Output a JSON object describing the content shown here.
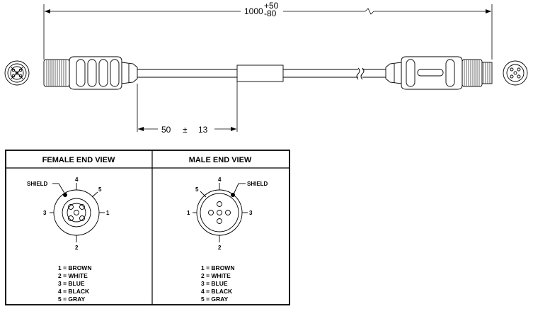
{
  "dimensions": {
    "length": "1000",
    "tol_plus": "+50",
    "tol_minus": "-80",
    "offset": "50",
    "pm": "±",
    "offset_tol": "13"
  },
  "table": {
    "female": {
      "title": "FEMALE END VIEW",
      "shield": "SHIELD",
      "pins": {
        "p1": "1",
        "p2": "2",
        "p3": "3",
        "p4": "4",
        "p5": "5"
      },
      "legend": [
        "1 = BROWN",
        "2 = WHITE",
        "3 = BLUE",
        "4 = BLACK",
        "5 = GRAY"
      ]
    },
    "male": {
      "title": "MALE END VIEW",
      "shield": "SHIELD",
      "pins": {
        "p1": "1",
        "p2": "2",
        "p3": "3",
        "p4": "4",
        "p5": "5"
      },
      "legend": [
        "1 = BROWN",
        "2 = WHITE",
        "3 = BLUE",
        "4 = BLACK",
        "5 = GRAY"
      ]
    }
  }
}
